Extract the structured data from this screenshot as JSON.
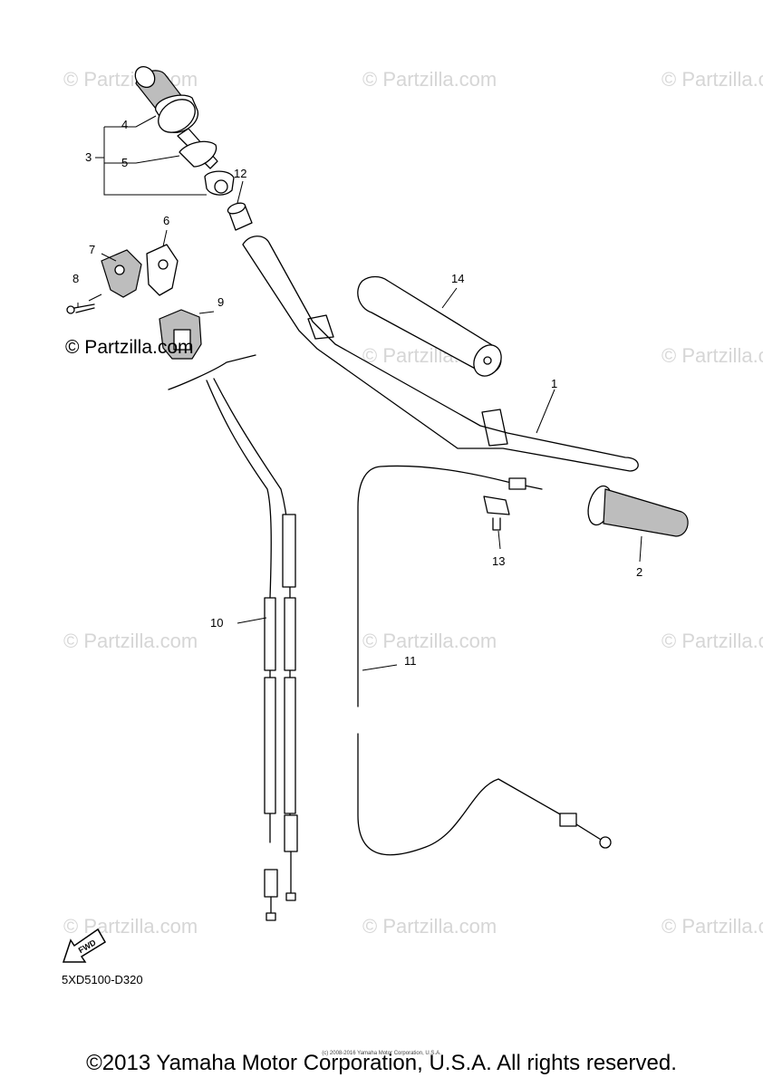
{
  "watermark": "© Partzilla.com",
  "inline_watermark": "© Partzilla.com",
  "callouts": [
    "1",
    "2",
    "3",
    "4",
    "5",
    "6",
    "7",
    "8",
    "9",
    "10",
    "11",
    "12",
    "13",
    "14"
  ],
  "fwd_label": "FWD",
  "diagram_code": "5XD5100-D320",
  "tiny_notice": "(c) 2008-2016 Yamaha Motor Corporation, U.S.A.",
  "copyright": "©2013 Yamaha Motor Corporation, U.S.A. All rights reserved."
}
